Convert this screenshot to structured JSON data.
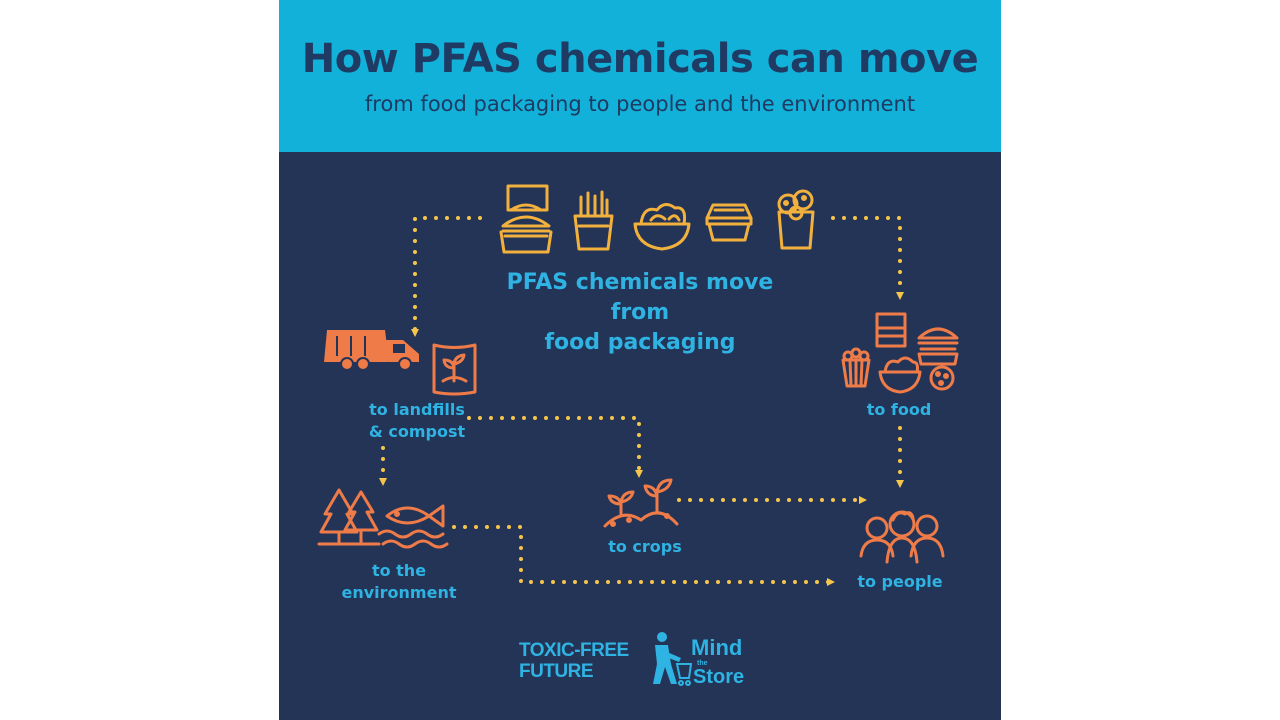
{
  "header": {
    "title": "How PFAS chemicals can move",
    "subtitle": "from food packaging to people and the environment"
  },
  "labels": {
    "center": [
      "PFAS chemicals move from",
      "food packaging"
    ],
    "landfills": [
      "to landfills",
      "& compost"
    ],
    "food": "to food",
    "environment": [
      "to the",
      "environment"
    ],
    "crops": "to crops",
    "people": "to people"
  },
  "logos": {
    "toxic_free": [
      "TOXIC-FREE",
      "FUTURE"
    ],
    "mind_the_store": [
      "Mind",
      "the",
      "Store"
    ]
  },
  "icons": {
    "packaging": [
      "burger-box-icon",
      "fries-container-icon",
      "salad-bowl-icon",
      "clamshell-container-icon",
      "cookie-bag-icon"
    ],
    "landfills": [
      "garbage-truck-icon",
      "compost-bag-icon"
    ],
    "food": [
      "sandwich-icon",
      "burger-icon",
      "popcorn-icon",
      "salad-bowl-icon",
      "cookie-icon"
    ],
    "environment": [
      "pine-trees-icon",
      "fish-icon",
      "water-waves-icon"
    ],
    "crops": [
      "sprouts-icon"
    ],
    "people": [
      "people-group-icon"
    ]
  },
  "colors": {
    "header_bg": "#12b1d9",
    "body_bg": "#243457",
    "title": "#1f3a63",
    "label": "#2eb3e2",
    "packaging_icons": "#f2b13c",
    "destination_icons": "#ee7b48",
    "arrows": "#f6c64a"
  }
}
